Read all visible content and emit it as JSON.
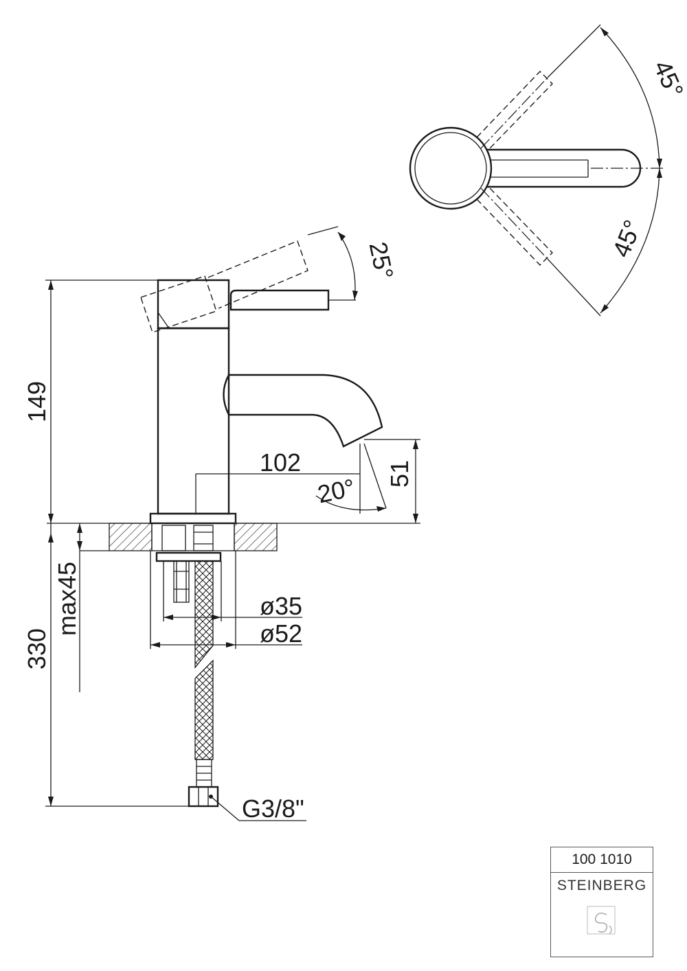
{
  "dimensions": {
    "total_height": "149",
    "spout_reach": "102",
    "spout_height": "51",
    "spout_angle": "20°",
    "lever_tilt": "25°",
    "rotation_upper": "45°",
    "rotation_lower": "45°",
    "below_counter": "330",
    "max_thickness": "max45",
    "dia_inner": "ø35",
    "dia_outer": "ø52",
    "connection": "G3/8\""
  },
  "title_block": {
    "article_number": "100 1010",
    "brand": "STEINBERG"
  },
  "icons": {
    "logo": "steinberg-logo-icon"
  },
  "colors": {
    "line": "#1a1a1a",
    "background": "#ffffff"
  }
}
